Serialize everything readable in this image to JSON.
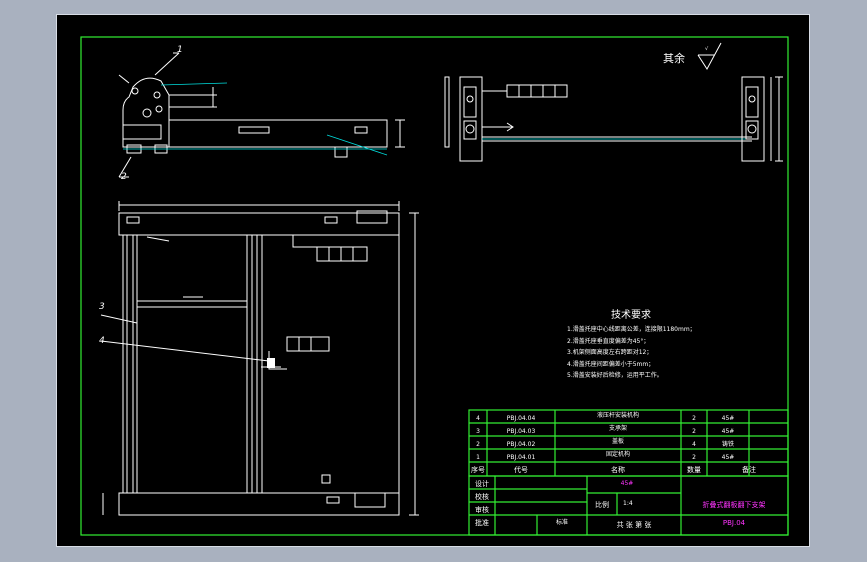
{
  "surface_finish": {
    "label": "其余"
  },
  "leaders": [
    "1",
    "2",
    "3",
    "4"
  ],
  "tech_requirements": {
    "title": "技术要求",
    "items": [
      "1.滑盖托座中心线距离公差，连接限1180mm；",
      "2.滑盖托座垂直度偏差为45°；",
      "3.机架侧面高度左右跨距对12；",
      "4.滑盖托座间距偏差小于5mm；",
      "5.滑盖安装好后检修，运用平工作。"
    ]
  },
  "bom": {
    "rows": [
      {
        "no": "4",
        "code": "PBJ.04.04",
        "name": "液压杆安装机构",
        "qty": "2",
        "material": "45#"
      },
      {
        "no": "3",
        "code": "PBJ.04.03",
        "name": "支承架",
        "qty": "2",
        "material": "45#"
      },
      {
        "no": "2",
        "code": "PBJ.04.02",
        "name": "盖板",
        "qty": "4",
        "material": "铸铁"
      },
      {
        "no": "1",
        "code": "PBJ.04.01",
        "name": "固定机构",
        "qty": "2",
        "material": "45#"
      }
    ],
    "header": {
      "no": "序号",
      "code": "代号",
      "name": "名称",
      "qty": "数量",
      "remark": "备注"
    }
  },
  "title_block": {
    "material": "45#",
    "rows": [
      "设计",
      "校核",
      "审核",
      "批准"
    ],
    "scale_label": "比例",
    "scale_value": "1:4",
    "drawing_title": "折叠式翻板翻下支架",
    "drawing_code": "PBJ.04",
    "sheet_label": "共  张    第  张",
    "process_label": "标准"
  }
}
